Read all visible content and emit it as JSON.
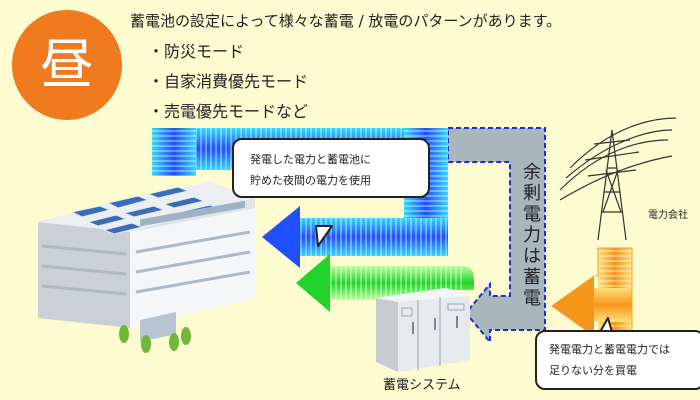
{
  "badge": {
    "label": "昼"
  },
  "headline": "蓄電池の設定によって様々な蓄電 / 放電のパターンがあります。",
  "bullets": [
    "・防災モード",
    "・自家消費優先モード",
    "・売電優先モードなど"
  ],
  "bubble_top": {
    "line1": "発電した電力と蓄電池に",
    "line2": "貯めた夜間の電力を使用"
  },
  "vertical_label": [
    "余",
    "剰",
    "電",
    "力",
    "は",
    "蓄",
    "電"
  ],
  "power_company_label": "電力会社",
  "system_label": "蓄電システム",
  "bubble_bottom": {
    "line1": "発電電力と蓄電電力では",
    "line2": "足りない分を買電"
  },
  "colors": {
    "background": "#fdfbd0",
    "badge": "#f07a1e",
    "blue_flow": "#1f5cff",
    "cyan_glow": "#33d8ff",
    "green_flow": "#2fd630",
    "gray_flow": "#a9b7bd",
    "orange_flow": "#f59a18"
  }
}
